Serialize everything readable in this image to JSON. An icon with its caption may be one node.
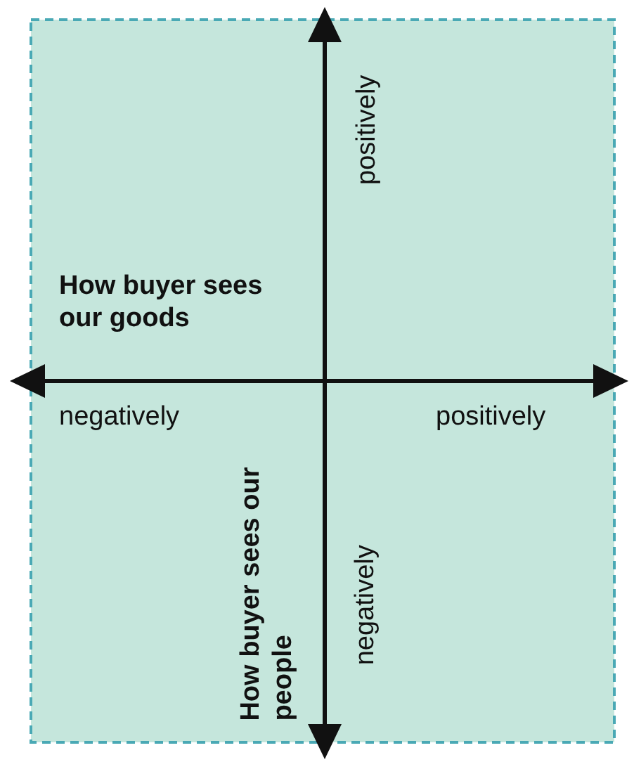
{
  "diagram": {
    "labels": [
      "positively",
      "How buyer sees our goods",
      "negatively",
      "positively",
      "How buyer sees our people",
      "negatively"
    ]
  }
}
